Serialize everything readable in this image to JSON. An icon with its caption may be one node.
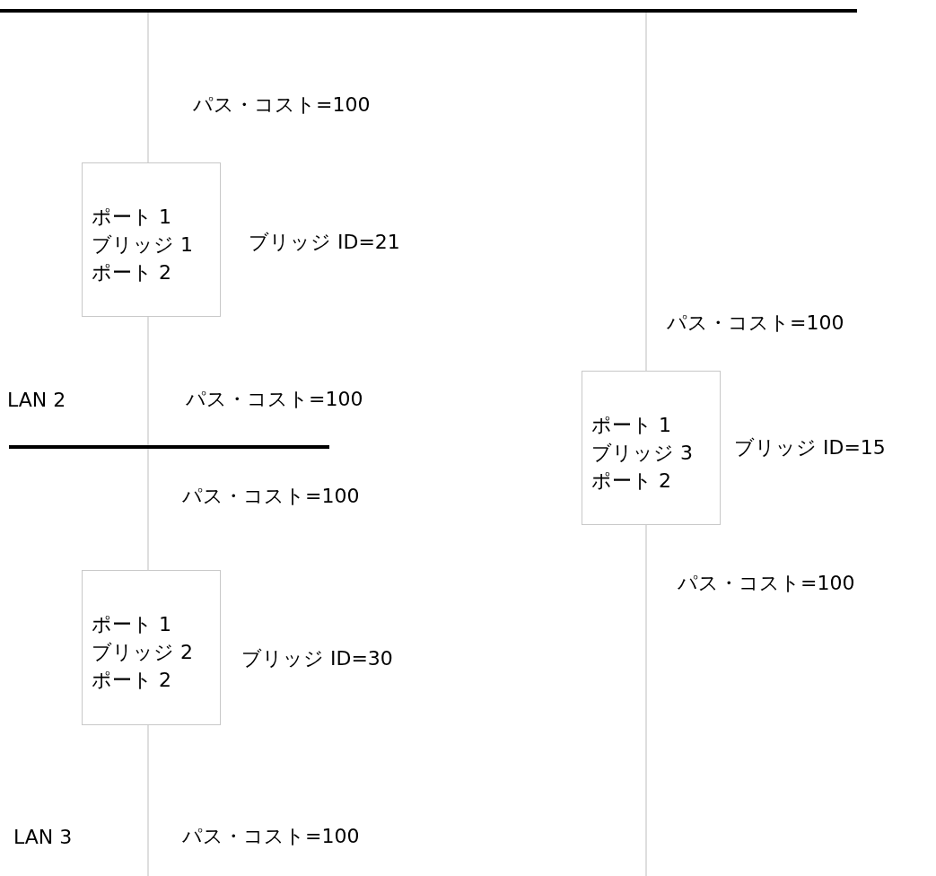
{
  "diagram": {
    "nodes": [
      {
        "text": [],
        "shape": "bar"
      },
      {
        "text": [
          "ポート 1",
          "ブリッジ 1",
          "ポート 2"
        ],
        "beside": [
          "ブリッジ ID=21"
        ]
      },
      {
        "text": [],
        "shape": "bar"
      },
      {
        "text": [
          "ポート 1",
          "ブリッジ 2",
          "ポート 2"
        ],
        "beside": [
          "ブリッジ ID=30"
        ]
      },
      {
        "text": [
          "ポート 1",
          "ブリッジ 3",
          "ポート 2"
        ],
        "beside": [
          "ブリッジ ID=15"
        ]
      }
    ],
    "edges": [
      {
        "from": 0,
        "to": 1,
        "arrow": "none",
        "label": "パス・コスト=100"
      },
      {
        "from": 1,
        "to": 2,
        "arrow": "none",
        "label": "パス・コスト=100"
      },
      {
        "from": 2,
        "to": 3,
        "arrow": "none",
        "label": "パス・コスト=100"
      },
      {
        "from": 3,
        "to": null,
        "arrow": "none",
        "label": "パス・コスト=100"
      },
      {
        "from": 0,
        "to": 4,
        "arrow": "none",
        "label": "パス・コスト=100"
      },
      {
        "from": 4,
        "to": null,
        "arrow": "none",
        "label": "パス・コスト=100"
      }
    ],
    "labels": [
      "LAN 2",
      "LAN 3"
    ]
  }
}
